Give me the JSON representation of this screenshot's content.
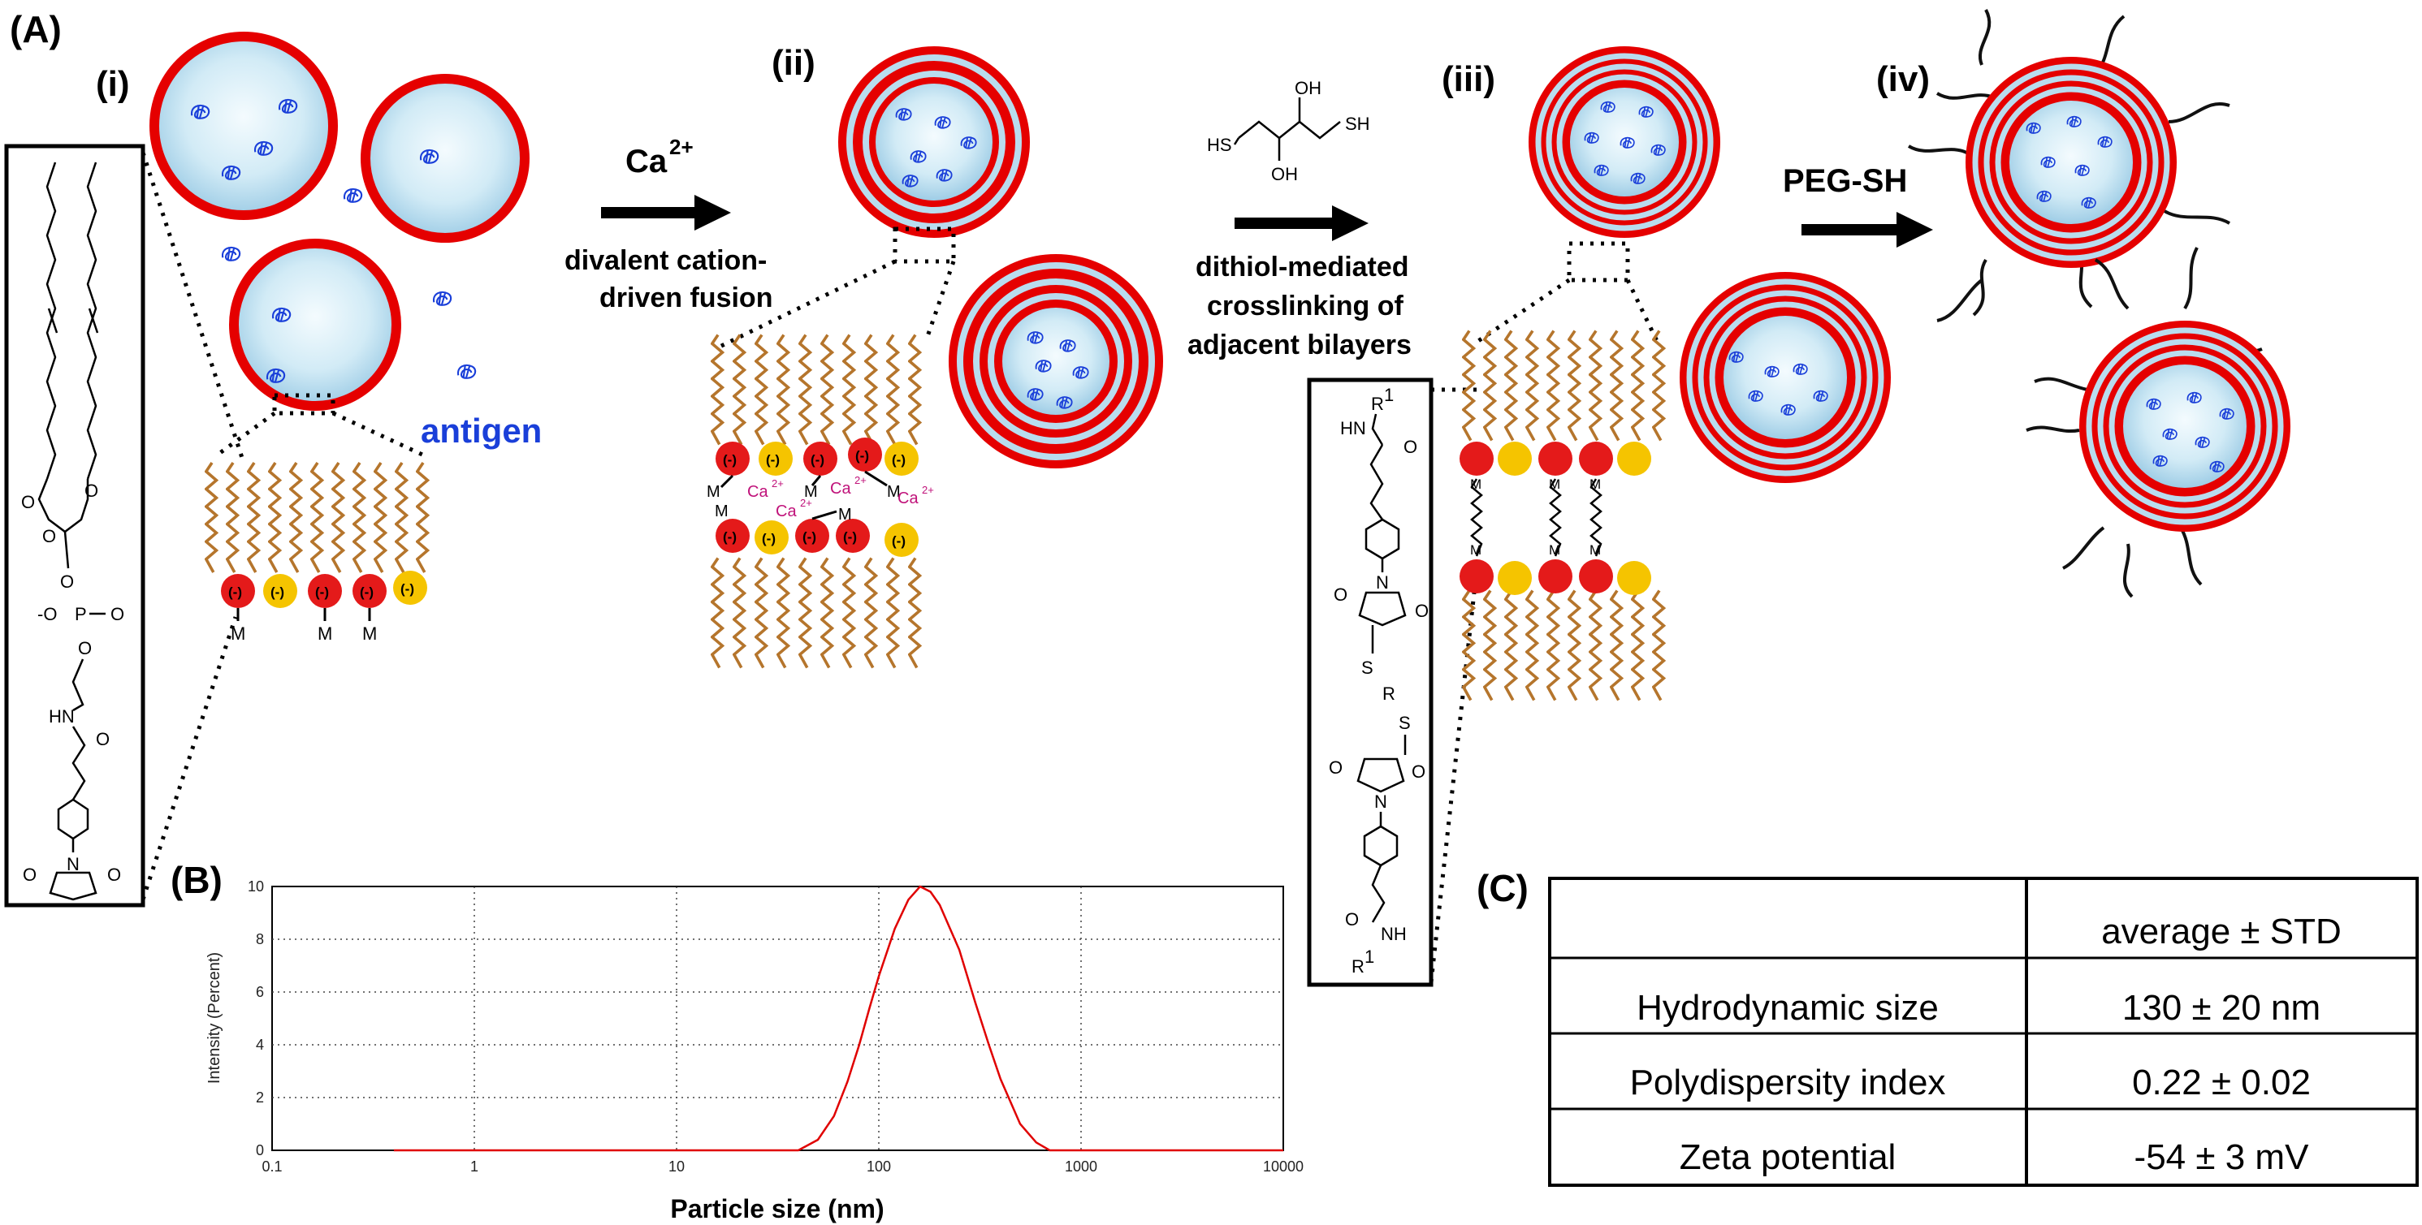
{
  "panels": {
    "A": "(A)",
    "B": "(B)",
    "C": "(C)",
    "i": "(i)",
    "ii": "(ii)",
    "iii": "(iii)",
    "iv": "(iv)"
  },
  "labels": {
    "antigen": "antigen",
    "ca_main": "Ca",
    "ca_sup": "2+",
    "fusion_line1": "divalent cation-",
    "fusion_line2": "driven fusion",
    "crosslink_line1": "dithiol-mediated",
    "crosslink_line2": "crosslinking of",
    "crosslink_line3": "adjacent bilayers",
    "peg": "PEG-SH",
    "neg": "(-)",
    "m": "M",
    "ca_ion": "Ca",
    "ca_ion_sup": "2+"
  },
  "chem": {
    "sh": "SH",
    "hs": "HS",
    "oh": "OH",
    "o": "O",
    "p": "P",
    "n": "N",
    "hn": "HN",
    "nh": "NH",
    "s": "S",
    "r": "R",
    "r1": "1",
    "ominus": "-O"
  },
  "colors": {
    "lipid_tail": "#b5752c",
    "membrane_red": "#e50000",
    "head_red": "#e41a1a",
    "head_yellow": "#f5c400",
    "antigen": "#1a3fd9",
    "core_light": "#e9f5fb",
    "core_blue": "#a9d4ea",
    "ca_magenta": "#c0127a",
    "curve": "#e00000"
  },
  "chart_data": {
    "type": "line",
    "title": "",
    "xlabel": "Particle size (nm)",
    "ylabel": "Intensity (Percent)",
    "xscale": "log",
    "xlim": [
      0.1,
      10000
    ],
    "ylim": [
      0,
      10
    ],
    "xticks": [
      "0.1",
      "1",
      "10",
      "100",
      "1000",
      "10000"
    ],
    "yticks": [
      "0",
      "2",
      "4",
      "6",
      "8",
      "10"
    ],
    "grid": true,
    "series": [
      {
        "x": [
          0.4,
          40,
          50,
          60,
          70,
          80,
          90,
          100,
          120,
          140,
          160,
          180,
          200,
          250,
          300,
          350,
          400,
          500,
          600,
          700,
          10000
        ],
        "y": [
          0,
          0,
          0.4,
          1.3,
          2.6,
          4.0,
          5.4,
          6.6,
          8.4,
          9.5,
          10.0,
          9.8,
          9.3,
          7.6,
          5.6,
          4.0,
          2.7,
          1.0,
          0.3,
          0,
          0
        ]
      }
    ]
  },
  "table": {
    "header": [
      "",
      "average ± STD"
    ],
    "rows": [
      [
        "Hydrodynamic size",
        "130 ± 20 nm"
      ],
      [
        "Polydispersity index",
        "0.22 ± 0.02"
      ],
      [
        "Zeta potential",
        "-54 ± 3 mV"
      ]
    ]
  }
}
